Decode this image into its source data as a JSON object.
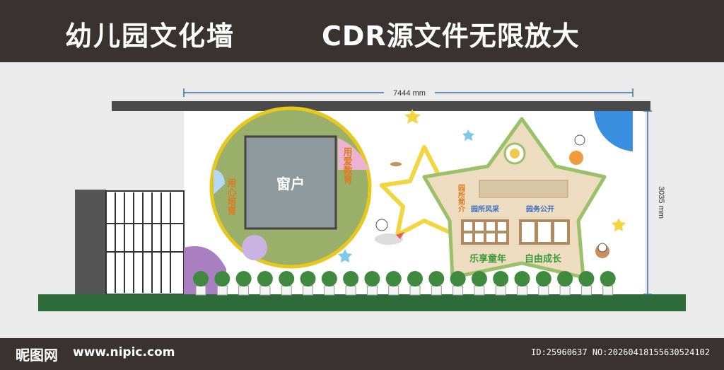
{
  "header": {
    "title_left": "幼儿园文化墙",
    "title_right": "CDR源文件无限放大"
  },
  "drawing": {
    "width_dim": "7444 mm",
    "height_dim": "3035 mm",
    "window_label": "窗户",
    "circle_text_right": "用爱教育",
    "circle_text_left": "用心培育",
    "star_intro": "园所简介",
    "star_style": "园所风采",
    "star_public": "园务公开",
    "slogan_left": "乐享童年",
    "slogan_right": "自由成长"
  },
  "footer": {
    "logo": "昵图网",
    "url": "www.nipic.com",
    "id_text": "ID:25960637 NO:20260418155630524102"
  },
  "colors": {
    "dark_band": "#3a3230",
    "roof": "#4a4a4a",
    "grass": "#2e6b3a",
    "circle_fill": "#9aaf6a",
    "circle_ring": "#e6c81e",
    "window": "#8e9a9d",
    "star_fill": "#eedcc0",
    "star_border": "#9bc06a",
    "accent_purple": "#a97fc1",
    "accent_blue": "#3a8fe0"
  }
}
